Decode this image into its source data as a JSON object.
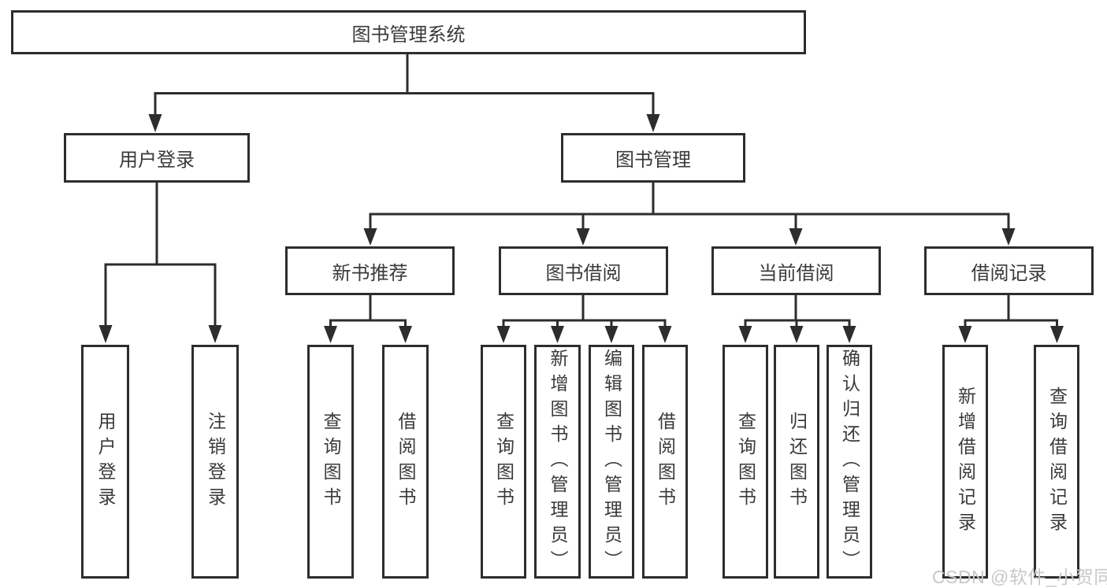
{
  "diagram": {
    "root": {
      "label": "图书管理系统"
    },
    "level2": {
      "user_login": {
        "label": "用户登录"
      },
      "book_mgmt": {
        "label": "图书管理"
      }
    },
    "level3": {
      "new_book": {
        "label": "新书推荐"
      },
      "book_borrow": {
        "label": "图书借阅"
      },
      "current_borrow": {
        "label": "当前借阅"
      },
      "borrow_record": {
        "label": "借阅记录"
      }
    },
    "leaves": {
      "user_login_leaf": {
        "label": "用户登录",
        "parent": "用户登录"
      },
      "logout": {
        "label": "注销登录",
        "parent": "用户登录"
      },
      "nb_query": {
        "label": "查询图书",
        "parent": "新书推荐"
      },
      "nb_borrow": {
        "label": "借阅图书",
        "parent": "新书推荐"
      },
      "bb_query": {
        "label": "查询图书",
        "parent": "图书借阅"
      },
      "bb_add": {
        "label": "新增图书（管理员）",
        "parent": "图书借阅"
      },
      "bb_edit": {
        "label": "编辑图书（管理员）",
        "parent": "图书借阅"
      },
      "bb_borrow": {
        "label": "借阅图书",
        "parent": "图书借阅"
      },
      "cb_query": {
        "label": "查询图书",
        "parent": "当前借阅"
      },
      "cb_return": {
        "label": "归还图书",
        "parent": "当前借阅"
      },
      "cb_confirm": {
        "label": "确认归还（管理员）",
        "parent": "当前借阅"
      },
      "br_add": {
        "label": "新增借阅记录",
        "parent": "借阅记录"
      },
      "br_query": {
        "label": "查询借阅记录",
        "parent": "借阅记录"
      }
    }
  },
  "watermark": {
    "text": "CSDN @软件_小贺同学"
  },
  "colors": {
    "line": "#2d2d2d",
    "text": "#3a3a3a",
    "watermark": "#c8c8c8",
    "background": "#ffffff"
  }
}
